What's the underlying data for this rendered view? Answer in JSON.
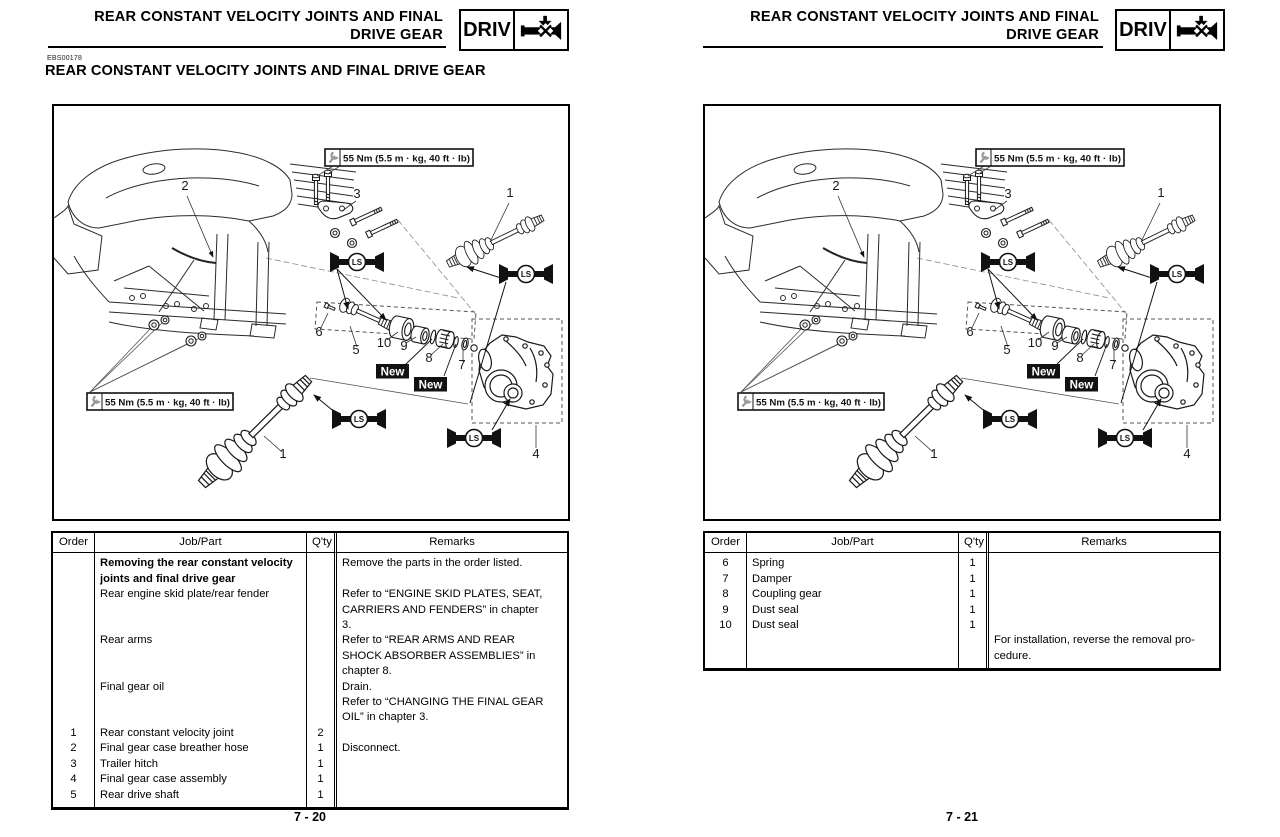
{
  "pages": {
    "left": {
      "title_line1": "REAR CONSTANT VELOCITY JOINTS AND FINAL",
      "title_line2": "DRIVE GEAR",
      "badge": "DRIV",
      "code": "EBS00178",
      "heading": "REAR CONSTANT VELOCITY JOINTS AND FINAL DRIVE GEAR",
      "page_number": "7 - 20"
    },
    "right": {
      "title_line1": "REAR CONSTANT VELOCITY JOINTS AND FINAL",
      "title_line2": "DRIVE GEAR",
      "badge": "DRIV",
      "page_number": "7 - 21"
    }
  },
  "diagram": {
    "torque_label": "55 Nm (5.5 m · kg, 40 ft · lb)",
    "new_label": "New",
    "grease_label": "LS",
    "callouts": [
      "1",
      "2",
      "3",
      "4",
      "5",
      "6",
      "7",
      "8",
      "9",
      "10"
    ]
  },
  "table": {
    "headers": [
      "Order",
      "Job/Part",
      "Q'ty",
      "Remarks"
    ],
    "left_rows": [
      {
        "order": "",
        "job": "Removing the rear constant velocity\njoints and final drive gear",
        "bold": true,
        "qty": "",
        "remarks": "Remove the parts in the order listed."
      },
      {
        "order": "",
        "job": "Rear engine skid plate/rear fender",
        "qty": "",
        "remarks": "Refer to “ENGINE SKID PLATES, SEAT,\nCARRIERS AND FENDERS” in chapter\n3."
      },
      {
        "order": "",
        "job": "Rear arms",
        "qty": "",
        "remarks": "Refer to “REAR ARMS AND REAR\nSHOCK ABSORBER ASSEMBLIES” in\nchapter 8."
      },
      {
        "order": "",
        "job": "Final gear oil",
        "qty": "",
        "remarks": "Drain.\nRefer to “CHANGING THE FINAL GEAR\nOIL” in chapter 3."
      },
      {
        "order": "1",
        "job": "Rear constant velocity joint",
        "qty": "2",
        "remarks": ""
      },
      {
        "order": "2",
        "job": "Final gear case breather hose",
        "qty": "1",
        "remarks": "Disconnect."
      },
      {
        "order": "3",
        "job": "Trailer hitch",
        "qty": "1",
        "remarks": ""
      },
      {
        "order": "4",
        "job": "Final gear case assembly",
        "qty": "1",
        "remarks": ""
      },
      {
        "order": "5",
        "job": "Rear drive shaft",
        "qty": "1",
        "remarks": ""
      }
    ],
    "right_rows": [
      {
        "order": "6",
        "job": "Spring",
        "qty": "1",
        "remarks": ""
      },
      {
        "order": "7",
        "job": "Damper",
        "qty": "1",
        "remarks": ""
      },
      {
        "order": "8",
        "job": "Coupling gear",
        "qty": "1",
        "remarks": ""
      },
      {
        "order": "9",
        "job": "Dust seal",
        "qty": "1",
        "remarks": ""
      },
      {
        "order": "10",
        "job": "Dust seal",
        "qty": "1",
        "remarks": ""
      },
      {
        "order": "",
        "job": "",
        "qty": "",
        "remarks": "For installation, reverse the removal pro-\ncedure."
      }
    ]
  }
}
